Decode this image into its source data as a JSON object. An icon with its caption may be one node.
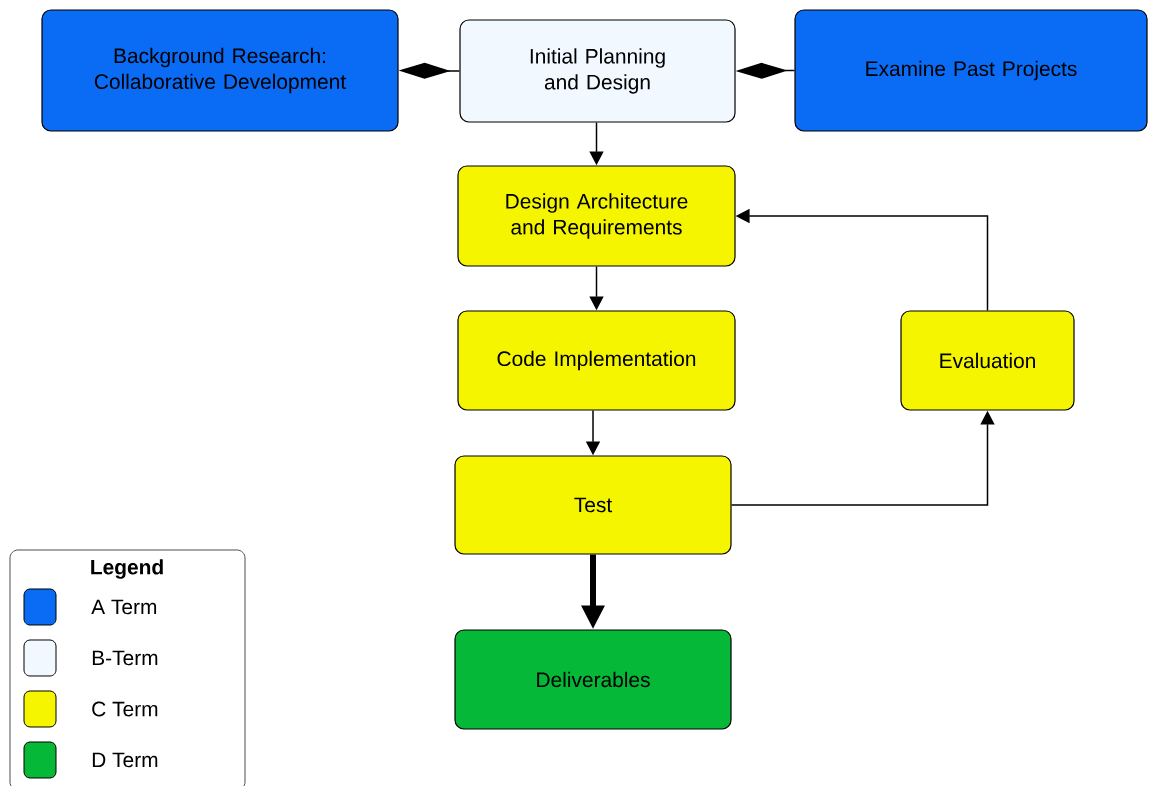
{
  "diagram": {
    "nodes": [
      {
        "text": [
          "Background Research: Collaborative Development"
        ]
      },
      {
        "text": [
          "Initial Planning and Design"
        ]
      },
      {
        "text": [
          "Examine Past Projects"
        ]
      },
      {
        "text": [
          "Design Architecture and Requirements"
        ]
      },
      {
        "text": [
          "Code Implementation"
        ]
      },
      {
        "text": [
          "Evaluation"
        ]
      },
      {
        "text": [
          "Test"
        ]
      },
      {
        "text": [
          "Deliverables"
        ]
      }
    ],
    "edges": [
      {
        "from": 0,
        "to": 1,
        "arrow": "other"
      },
      {
        "from": 1,
        "to": 2,
        "arrow": "other"
      },
      {
        "from": 1,
        "to": 3,
        "arrow": "to"
      },
      {
        "from": 3,
        "to": 4,
        "arrow": "to"
      },
      {
        "from": 4,
        "to": 6,
        "arrow": "to"
      },
      {
        "from": 6,
        "to": 5,
        "arrow": "to"
      },
      {
        "from": 5,
        "to": 3,
        "arrow": "to"
      },
      {
        "from": 6,
        "to": 7,
        "arrow": "to",
        "style": "thick"
      }
    ],
    "labels": [
      "Legend"
    ],
    "legend": [
      {
        "text": "A Term",
        "color": "#0a6cf5"
      },
      {
        "text": "B-Term",
        "color": "#f2f8ff"
      },
      {
        "text": "C Term",
        "color": "#f5f500"
      },
      {
        "text": "D Term",
        "color": "#05b838"
      }
    ]
  }
}
